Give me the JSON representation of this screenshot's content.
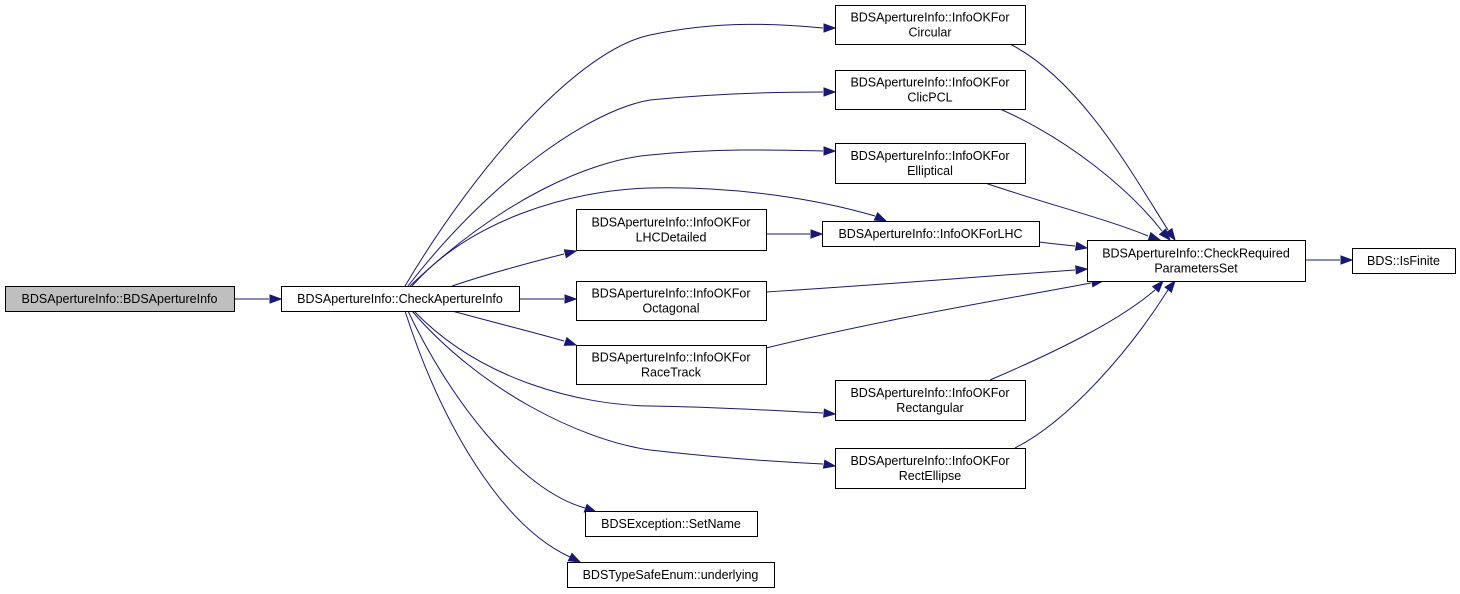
{
  "colors": {
    "edge": "#191970",
    "node_fill": "#ffffff",
    "root_fill": "#bfbfbf",
    "node_border": "#000000",
    "text": "#000000"
  },
  "nodes": [
    {
      "id": "root",
      "lines": [
        "BDSApertureInfo::BDSApertureInfo"
      ],
      "highlight": true
    },
    {
      "id": "check",
      "lines": [
        "BDSApertureInfo::CheckApertureInfo"
      ]
    },
    {
      "id": "circular",
      "lines": [
        "BDSApertureInfo::InfoOKFor",
        "Circular"
      ]
    },
    {
      "id": "clicpcl",
      "lines": [
        "BDSApertureInfo::InfoOKFor",
        "ClicPCL"
      ]
    },
    {
      "id": "elliptical",
      "lines": [
        "BDSApertureInfo::InfoOKFor",
        "Elliptical"
      ]
    },
    {
      "id": "lhcdetailed",
      "lines": [
        "BDSApertureInfo::InfoOKFor",
        "LHCDetailed"
      ]
    },
    {
      "id": "lhc",
      "lines": [
        "BDSApertureInfo::InfoOKForLHC"
      ]
    },
    {
      "id": "octagonal",
      "lines": [
        "BDSApertureInfo::InfoOKFor",
        "Octagonal"
      ]
    },
    {
      "id": "racetrack",
      "lines": [
        "BDSApertureInfo::InfoOKFor",
        "RaceTrack"
      ]
    },
    {
      "id": "rectangular",
      "lines": [
        "BDSApertureInfo::InfoOKFor",
        "Rectangular"
      ]
    },
    {
      "id": "rectellipse",
      "lines": [
        "BDSApertureInfo::InfoOKFor",
        "RectEllipse"
      ]
    },
    {
      "id": "setname",
      "lines": [
        "BDSException::SetName"
      ]
    },
    {
      "id": "underlying",
      "lines": [
        "BDSTypeSafeEnum::underlying"
      ]
    },
    {
      "id": "required",
      "lines": [
        "BDSApertureInfo::CheckRequired",
        "ParametersSet"
      ]
    },
    {
      "id": "isfinite",
      "lines": [
        "BDS::IsFinite"
      ]
    }
  ],
  "edges": [
    {
      "from": "root",
      "to": "check"
    },
    {
      "from": "check",
      "to": "circular"
    },
    {
      "from": "check",
      "to": "clicpcl"
    },
    {
      "from": "check",
      "to": "elliptical"
    },
    {
      "from": "check",
      "to": "lhc"
    },
    {
      "from": "check",
      "to": "lhcdetailed"
    },
    {
      "from": "check",
      "to": "octagonal"
    },
    {
      "from": "check",
      "to": "racetrack"
    },
    {
      "from": "check",
      "to": "rectangular"
    },
    {
      "from": "check",
      "to": "rectellipse"
    },
    {
      "from": "check",
      "to": "setname"
    },
    {
      "from": "check",
      "to": "underlying"
    },
    {
      "from": "lhcdetailed",
      "to": "lhc"
    },
    {
      "from": "circular",
      "to": "required"
    },
    {
      "from": "clicpcl",
      "to": "required"
    },
    {
      "from": "elliptical",
      "to": "required"
    },
    {
      "from": "lhc",
      "to": "required"
    },
    {
      "from": "octagonal",
      "to": "required"
    },
    {
      "from": "racetrack",
      "to": "required"
    },
    {
      "from": "rectangular",
      "to": "required"
    },
    {
      "from": "rectellipse",
      "to": "required"
    },
    {
      "from": "required",
      "to": "isfinite"
    }
  ]
}
